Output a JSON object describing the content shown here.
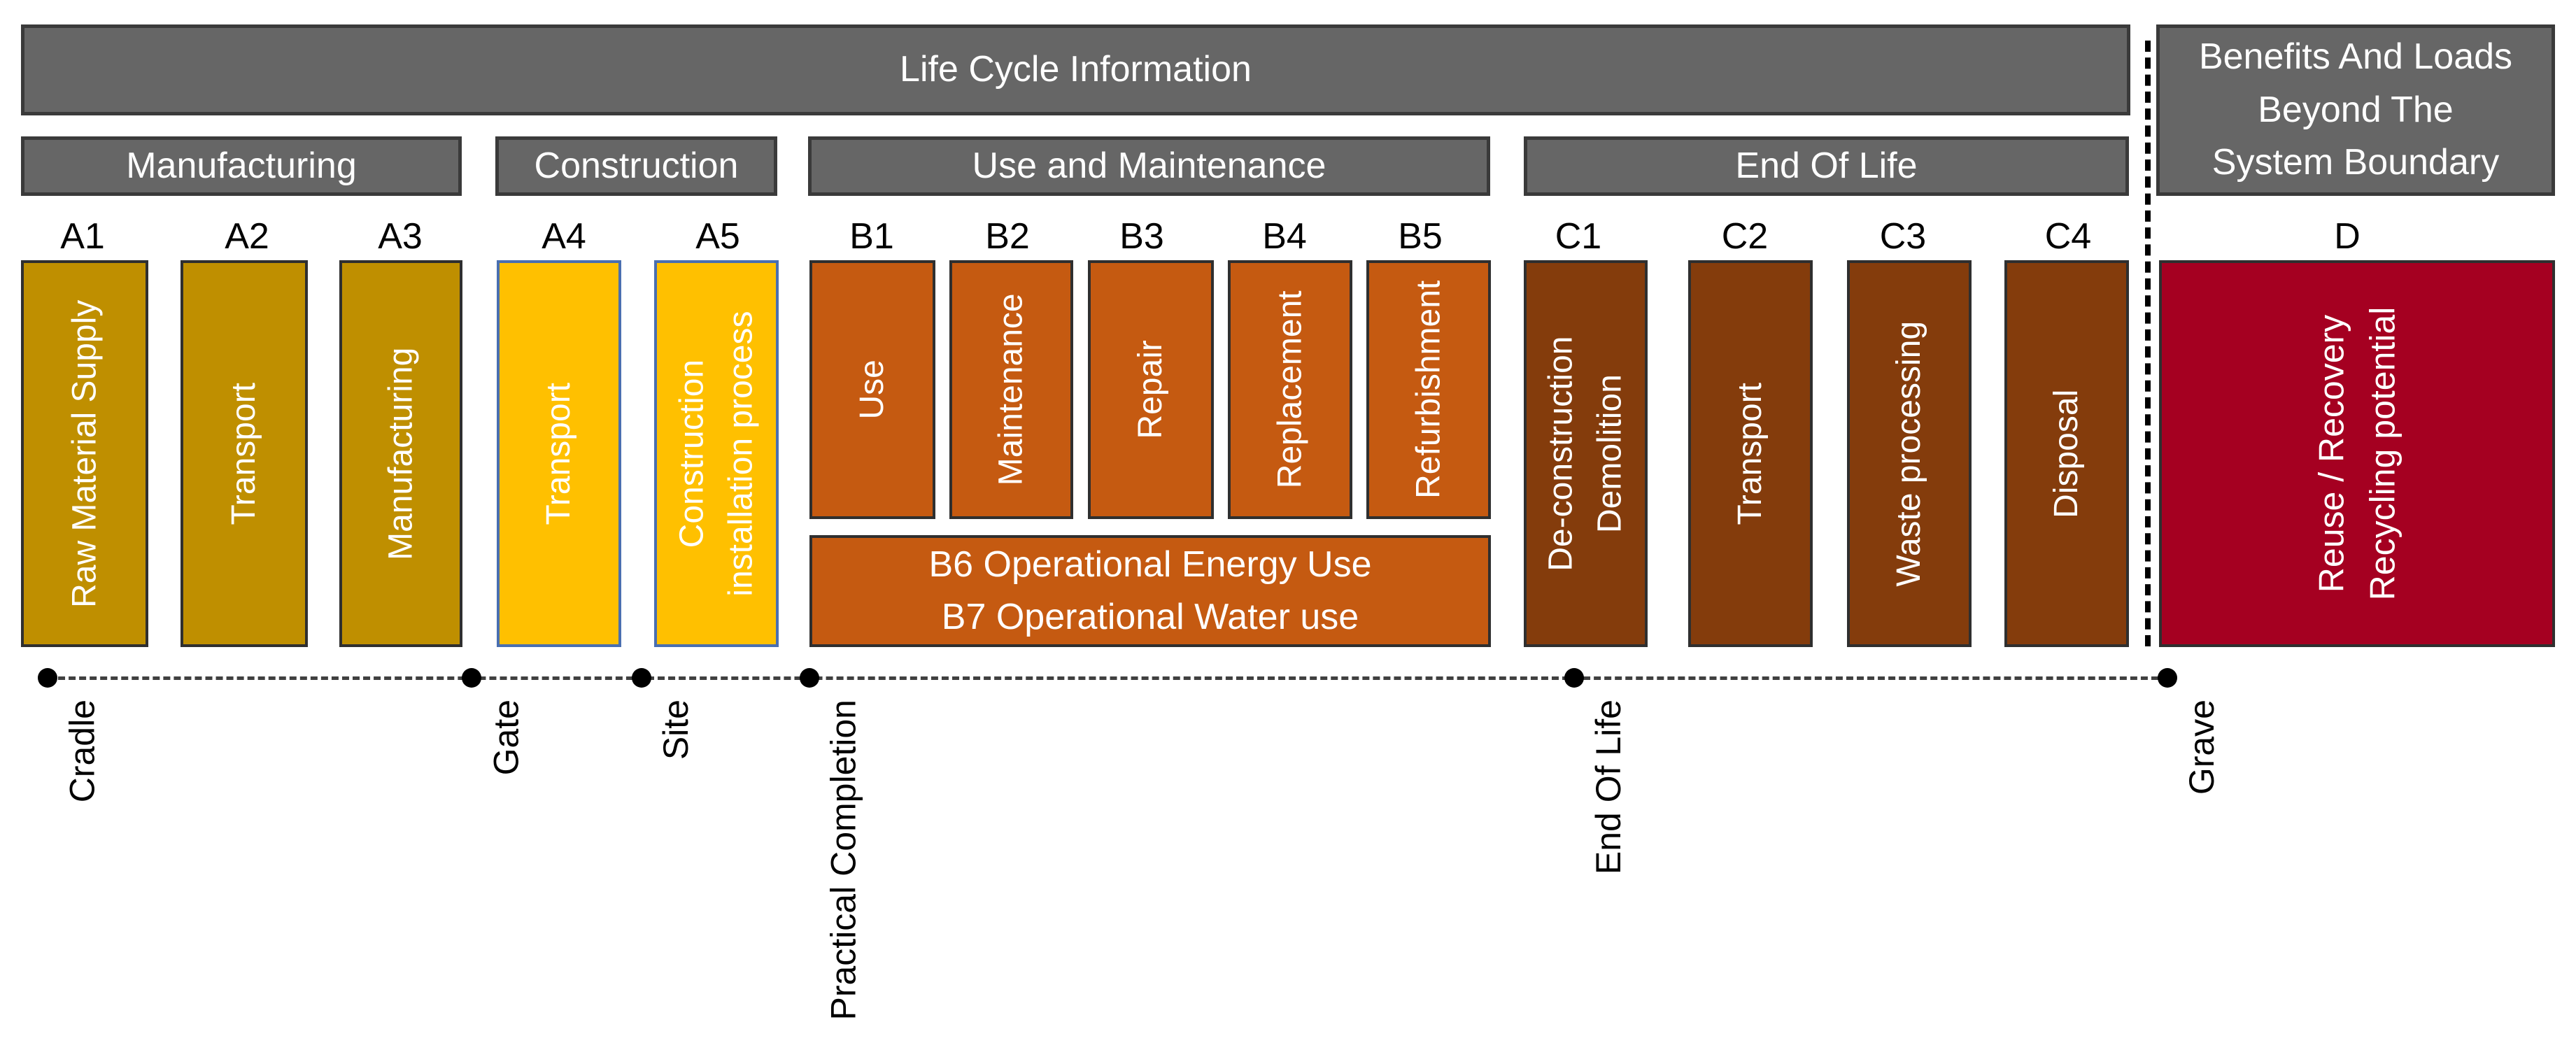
{
  "header": {
    "life_cycle": "Life Cycle Information",
    "benefits": "Benefits And Loads\nBeyond The\nSystem Boundary"
  },
  "stages": {
    "manufacturing": "Manufacturing",
    "construction": "Construction",
    "use_maintenance": "Use and Maintenance",
    "end_of_life": "End Of Life"
  },
  "modules": [
    {
      "code": "A1",
      "label": "Raw Material Supply",
      "color": "#bf8f00"
    },
    {
      "code": "A2",
      "label": "Transport",
      "color": "#bf8f00"
    },
    {
      "code": "A3",
      "label": "Manufacturing",
      "color": "#bf8f00"
    },
    {
      "code": "A4",
      "label": "Transport",
      "color": "#ffc000"
    },
    {
      "code": "A5",
      "label": "Construction\ninstallation process",
      "color": "#ffc000"
    },
    {
      "code": "B1",
      "label": "Use",
      "color": "#c55a11"
    },
    {
      "code": "B2",
      "label": "Maintenance",
      "color": "#c55a11"
    },
    {
      "code": "B3",
      "label": "Repair",
      "color": "#c55a11"
    },
    {
      "code": "B4",
      "label": "Replacement",
      "color": "#c55a11"
    },
    {
      "code": "B5",
      "label": "Refurbishment",
      "color": "#c55a11"
    },
    {
      "code": "C1",
      "label": "De-construction\nDemolition",
      "color": "#843c0c"
    },
    {
      "code": "C2",
      "label": "Transport",
      "color": "#843c0c"
    },
    {
      "code": "C3",
      "label": "Waste processing",
      "color": "#843c0c"
    },
    {
      "code": "C4",
      "label": "Disposal",
      "color": "#843c0c"
    },
    {
      "code": "D",
      "label": "Reuse / Recovery\nRecycling potential",
      "color": "#a50021"
    }
  ],
  "operational": "B6 Operational Energy Use\nB7 Operational Water use",
  "milestones": [
    "Cradle",
    "Gate",
    "Site",
    "Practical Completion",
    "End Of Life",
    "Grave"
  ]
}
